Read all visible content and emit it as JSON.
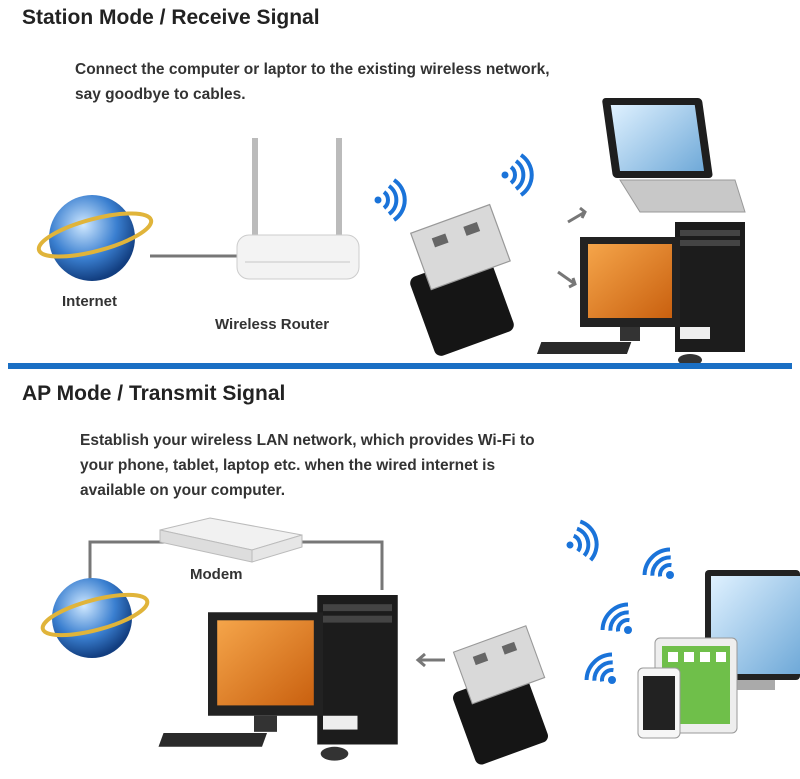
{
  "station": {
    "title": "Station Mode / Receive Signal",
    "desc_line1": "Connect the computer or laptor to the existing wireless network,",
    "desc_line2": "say goodbye to cables.",
    "label_internet": "Internet",
    "label_router": "Wireless Router"
  },
  "ap": {
    "title": "AP Mode / Transmit Signal",
    "desc_line1": "Establish your wireless LAN network, which provides Wi-Fi to",
    "desc_line2": "your phone, tablet, laptop etc. when the wired internet is",
    "desc_line3": "available on your computer.",
    "label_modem": "Modem"
  },
  "colors": {
    "divider": "#1a6fc4",
    "wifi": "#1a73d9",
    "screen": "#e8822a"
  }
}
